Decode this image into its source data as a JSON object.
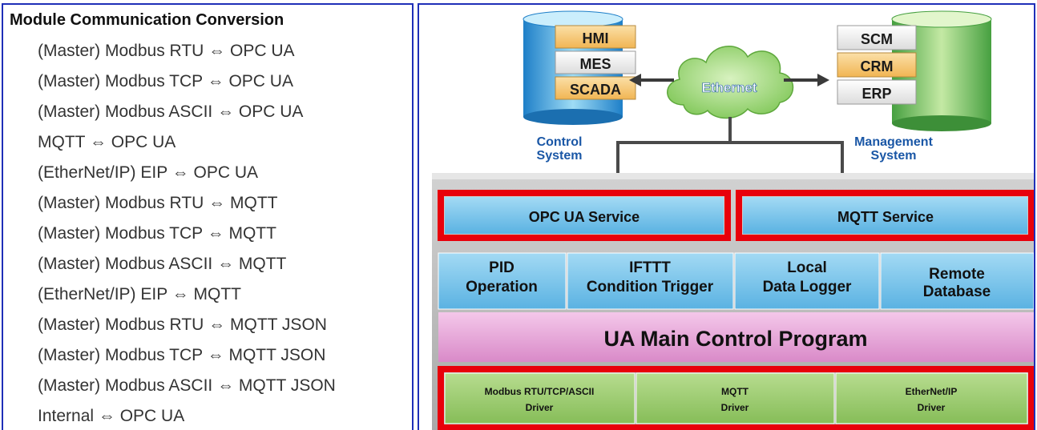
{
  "left": {
    "title": "Module Communication Conversion",
    "items": [
      "(Master) Modbus RTU ⇔ OPC UA",
      "(Master) Modbus TCP ⇔ OPC UA",
      "(Master) Modbus ASCII ⇔ OPC UA",
      "MQTT ⇔ OPC UA",
      "(EtherNet/IP) EIP ⇔ OPC UA",
      "(Master) Modbus RTU ⇔ MQTT",
      "(Master) Modbus TCP ⇔ MQTT",
      "(Master) Modbus ASCII ⇔ MQTT",
      "(EtherNet/IP) EIP ⇔ MQTT",
      "(Master) Modbus RTU ⇔ MQTT JSON",
      "(Master) Modbus TCP ⇔ MQTT JSON",
      "(Master) Modbus ASCII ⇔ MQTT JSON",
      "Internal ⇔ OPC UA"
    ]
  },
  "diagram": {
    "control_stack": [
      "HMI",
      "MES",
      "SCADA"
    ],
    "control_label": [
      "Control",
      "System"
    ],
    "management_stack": [
      "SCM",
      "CRM",
      "ERP"
    ],
    "management_label": [
      "Management",
      "System"
    ],
    "cloud_label": "Ethernet",
    "services": [
      "OPC UA Service",
      "MQTT Service"
    ],
    "functions": [
      [
        "PID",
        "Operation"
      ],
      [
        "IFTTT",
        "Condition Trigger"
      ],
      [
        "Local",
        "Data Logger"
      ],
      [
        "Remote",
        "Database"
      ]
    ],
    "main_program": "UA Main Control Program",
    "drivers": [
      [
        "Modbus RTU/TCP/ASCII",
        "Driver"
      ],
      [
        "MQTT",
        "Driver"
      ],
      [
        "EtherNet/IP",
        "Driver"
      ]
    ]
  },
  "colors": {
    "panel_border": "#1f2fb8",
    "highlight": "#e8000b",
    "service_blue": "#7cc6ea",
    "label_blue": "#1a57a6",
    "stack_orange": "#f6c870",
    "main_pink": "#e39fd4",
    "driver_green": "#9ccd70"
  }
}
